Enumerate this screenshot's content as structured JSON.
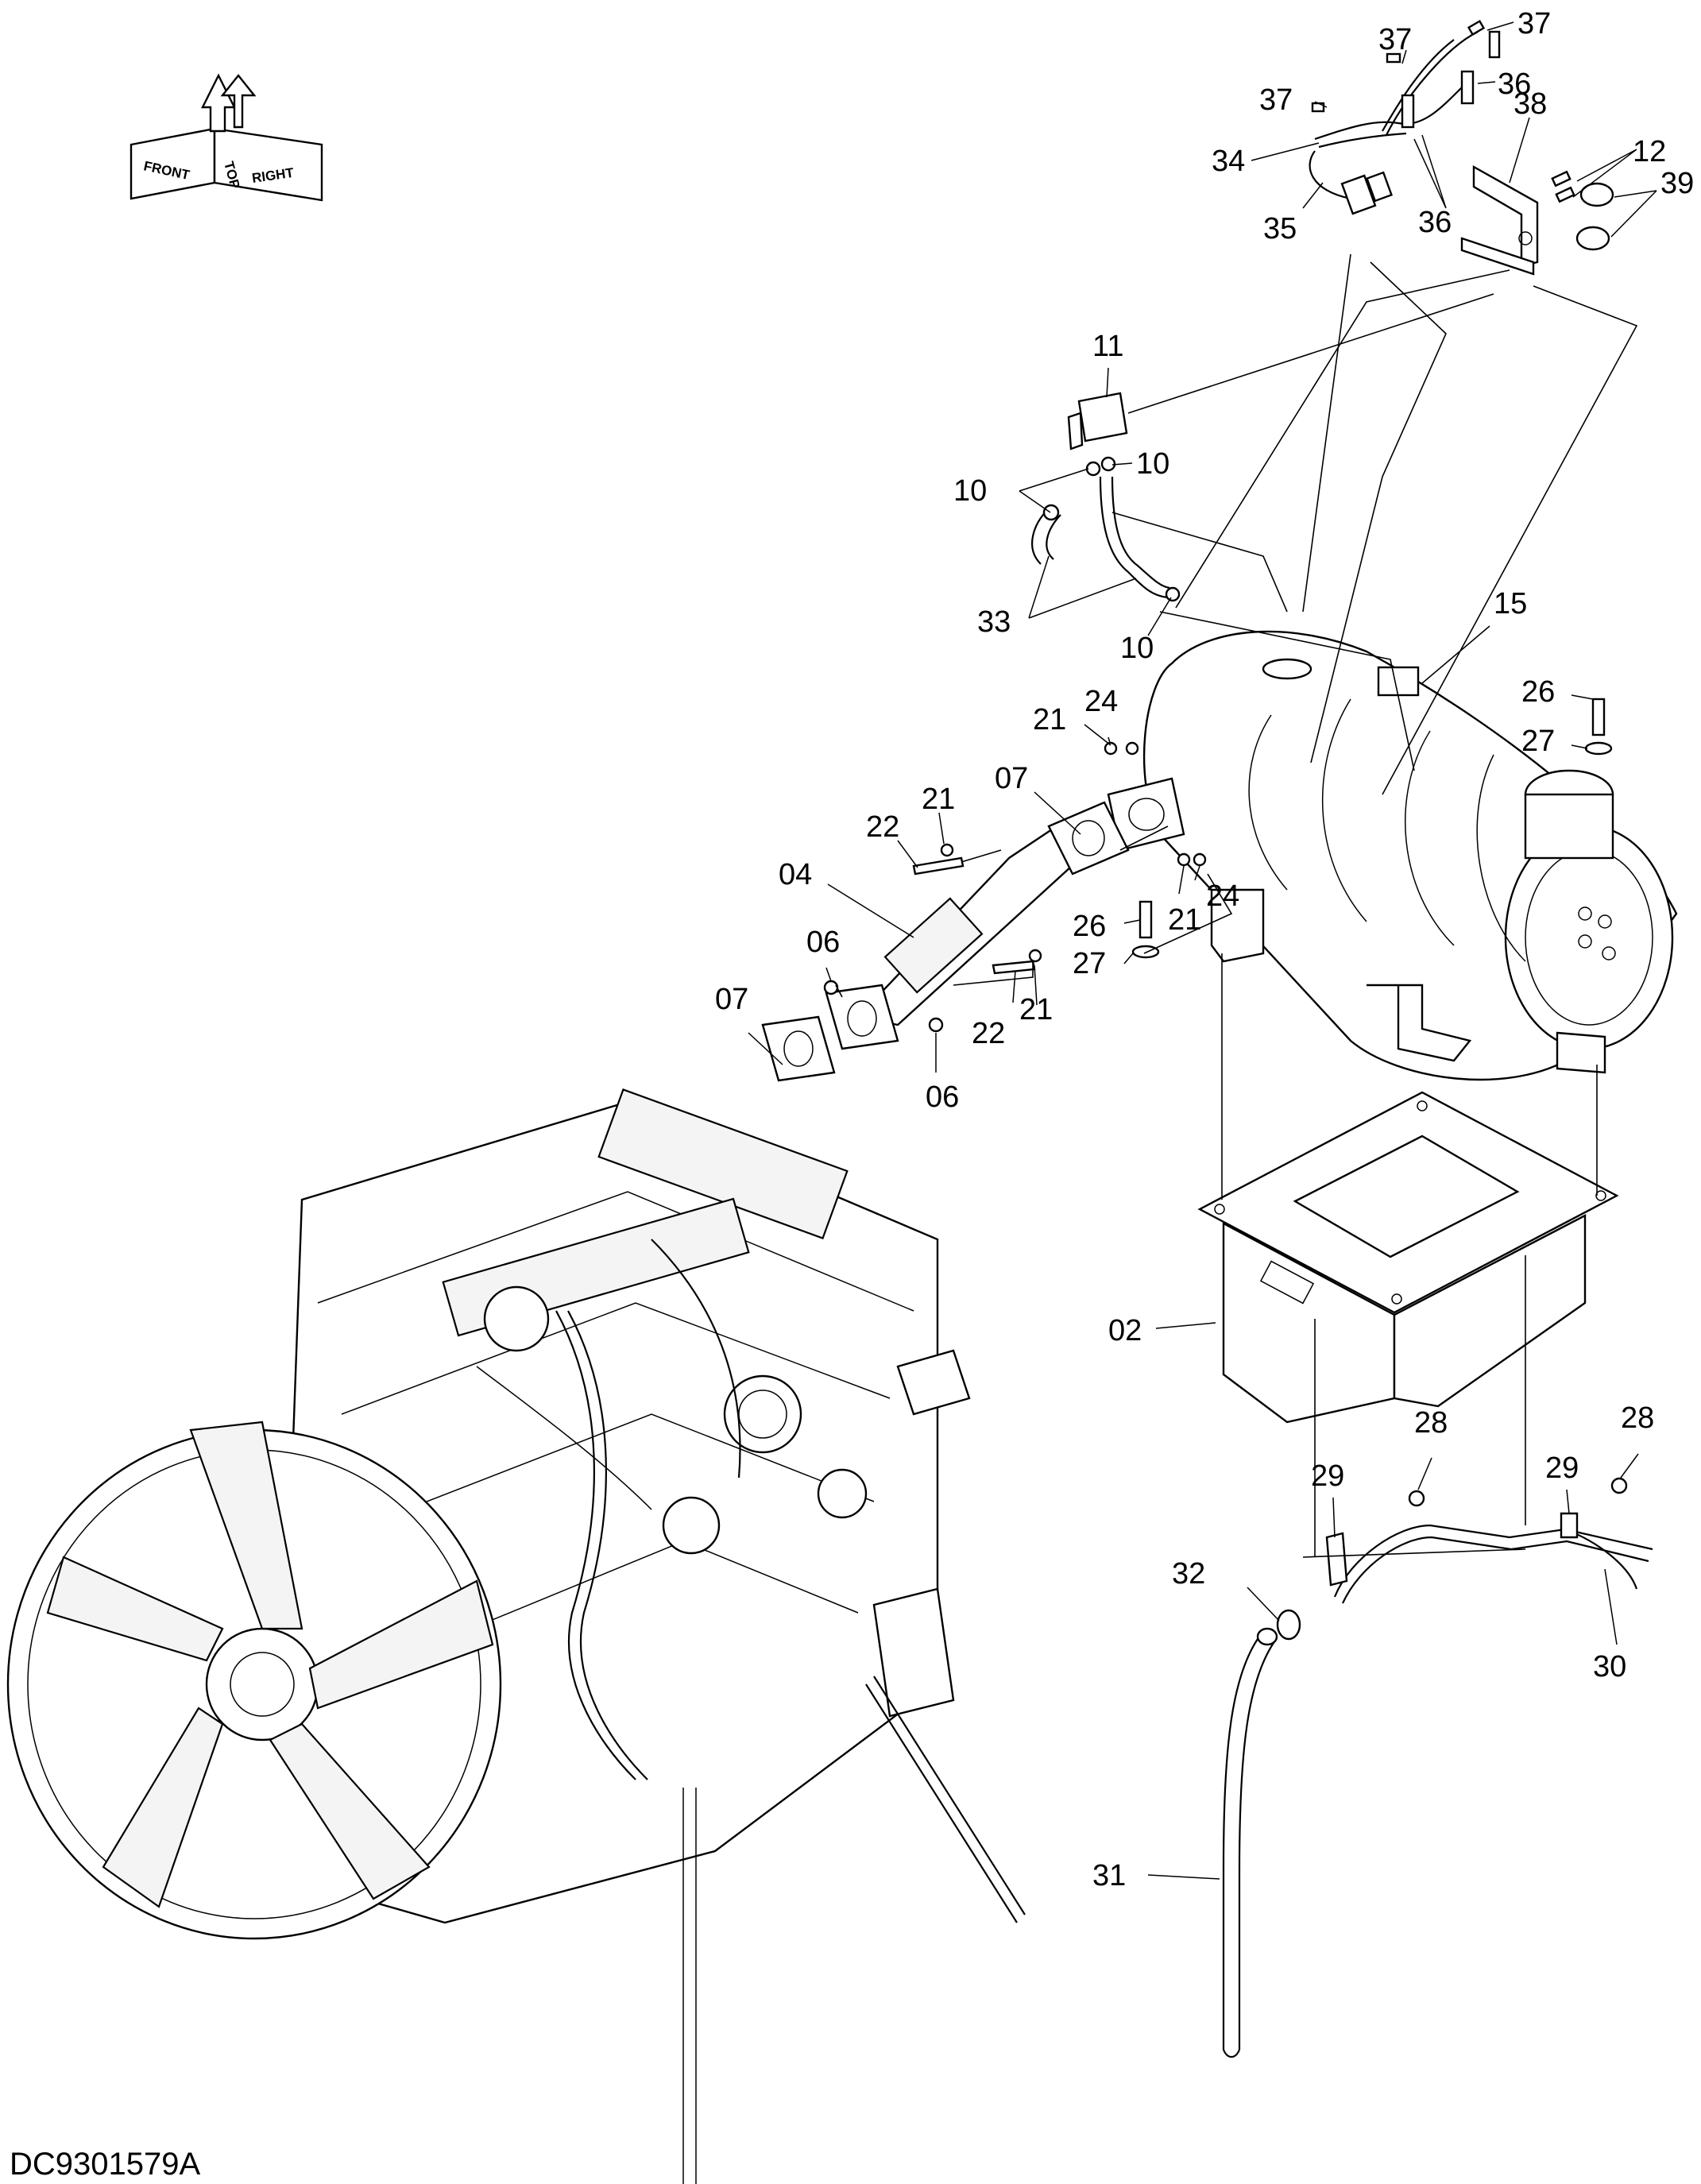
{
  "diagram": {
    "drawing_code": "DC9301579A",
    "orientation_labels": [
      "TOP",
      "FRONT",
      "RIGHT"
    ],
    "callouts": [
      "37",
      "37",
      "37",
      "36",
      "36",
      "38",
      "12",
      "39",
      "34",
      "35",
      "11",
      "10",
      "10",
      "10",
      "33",
      "15",
      "26",
      "27",
      "24",
      "21",
      "07",
      "21",
      "22",
      "04",
      "06",
      "26",
      "27",
      "21",
      "24",
      "22",
      "21",
      "07",
      "06",
      "02",
      "28",
      "28",
      "29",
      "29",
      "32",
      "30",
      "31"
    ]
  }
}
